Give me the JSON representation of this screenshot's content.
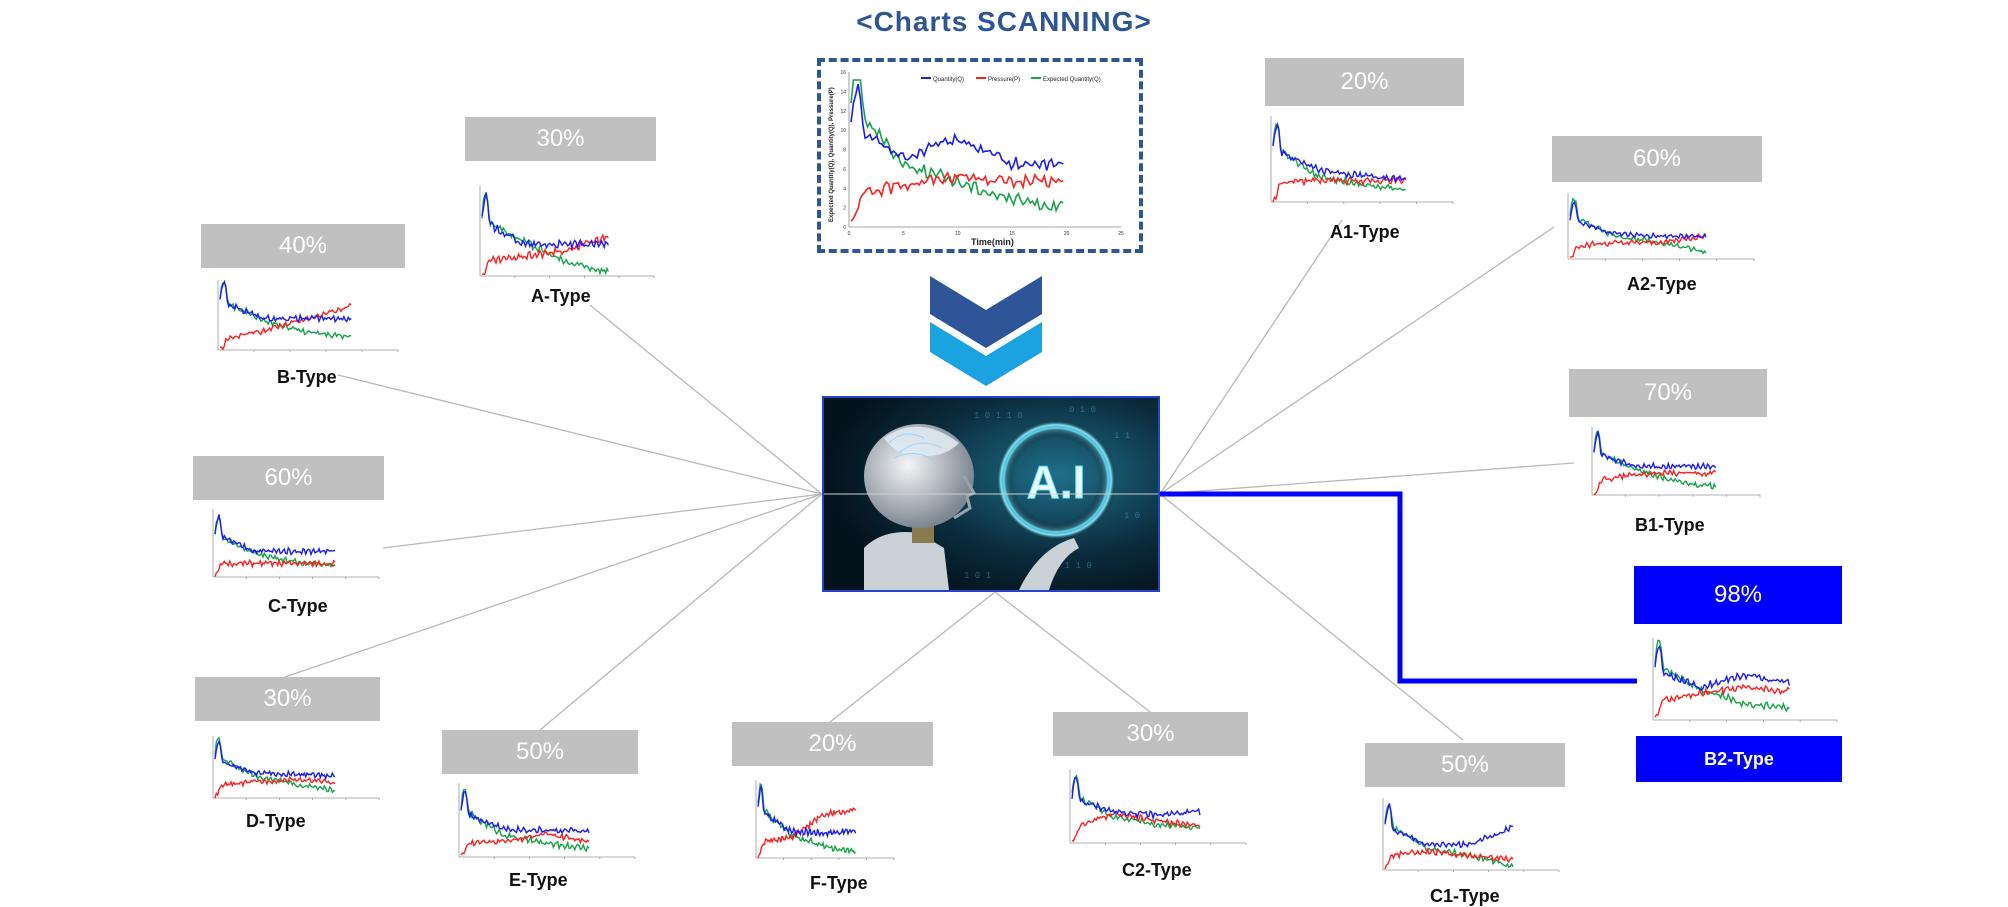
{
  "title": "<Charts SCANNING>",
  "source_chart": {
    "legend": [
      "Quantity(Q)",
      "Pressure(P)",
      "Expected Quantity(Q)"
    ],
    "xlabel": "Time(min)",
    "ylabel": "Expected Quantity(Q), Quantity(Q), Pressure(P)",
    "x_ticks": [
      "0",
      "5",
      "10",
      "15",
      "20",
      "25"
    ],
    "y_ticks": [
      "0",
      "2",
      "4",
      "6",
      "8",
      "10",
      "12",
      "14",
      "16"
    ]
  },
  "ai_image": {
    "text": "A.I"
  },
  "colors": {
    "accent": "#2e5597",
    "highlight": "#0000ff",
    "percent_box": "#c0c0c0",
    "chevron_dark": "#2e5597",
    "chevron_light": "#1aa3e0",
    "series_quantity": "#1a1aff",
    "series_pressure": "#ff2020",
    "series_expected": "#16a34a"
  },
  "types": [
    {
      "id": "B",
      "percent": "40%",
      "label": "B-Type"
    },
    {
      "id": "A",
      "percent": "30%",
      "label": "A-Type"
    },
    {
      "id": "C",
      "percent": "60%",
      "label": "C-Type"
    },
    {
      "id": "D",
      "percent": "30%",
      "label": "D-Type"
    },
    {
      "id": "E",
      "percent": "50%",
      "label": "E-Type"
    },
    {
      "id": "F",
      "percent": "20%",
      "label": "F-Type"
    },
    {
      "id": "C2",
      "percent": "30%",
      "label": "C2-Type"
    },
    {
      "id": "C1",
      "percent": "50%",
      "label": "C1-Type"
    },
    {
      "id": "A1",
      "percent": "20%",
      "label": "A1-Type"
    },
    {
      "id": "A2",
      "percent": "60%",
      "label": "A2-Type"
    },
    {
      "id": "B1",
      "percent": "70%",
      "label": "B1-Type"
    },
    {
      "id": "B2",
      "percent": "98%",
      "label": "B2-Type",
      "best_match": true
    }
  ]
}
